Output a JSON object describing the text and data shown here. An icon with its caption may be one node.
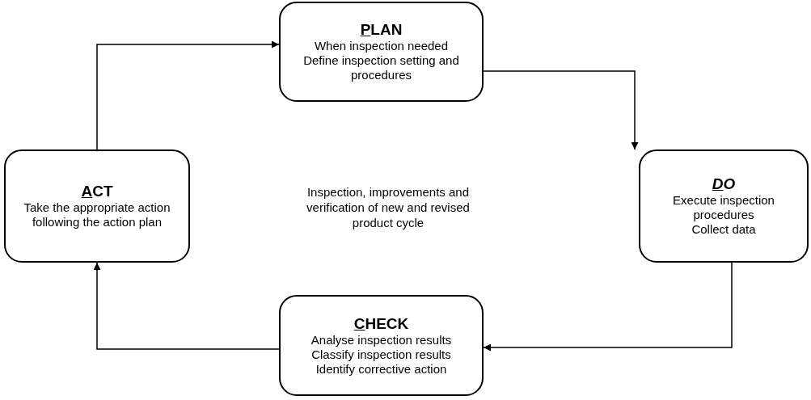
{
  "diagram": {
    "nodes": [
      {
        "text": [
          "PLAN",
          "When inspection needed",
          "Define inspection setting and procedures"
        ]
      },
      {
        "text": [
          "DO",
          "Execute inspection procedures",
          "Collect data"
        ]
      },
      {
        "text": [
          "CHECK",
          "Analyse inspection results",
          "Classify inspection results",
          "Identify corrective action"
        ]
      },
      {
        "text": [
          "ACT",
          "Take the appropriate action following the action plan"
        ]
      }
    ],
    "edges": [
      {
        "from": 0,
        "to": 1,
        "arrow": "to"
      },
      {
        "from": 1,
        "to": 2,
        "arrow": "to"
      },
      {
        "from": 2,
        "to": 3,
        "arrow": "to"
      },
      {
        "from": 3,
        "to": 0,
        "arrow": "to"
      }
    ],
    "labels": [
      "Inspection, improvements and verification of new and revised product cycle"
    ]
  }
}
